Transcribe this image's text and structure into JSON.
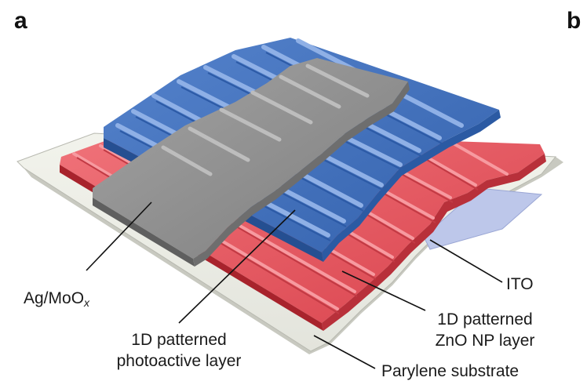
{
  "panels": {
    "left": "a",
    "right": "b"
  },
  "labels": {
    "electrode": {
      "text": "Ag/MoO",
      "subscript": "x"
    },
    "photoactive": {
      "line1": "1D patterned",
      "line2": "photoactive layer"
    },
    "ito": "ITO",
    "zno": {
      "line1": "1D patterned",
      "line2": "ZnO NP layer"
    },
    "substrate": "Parylene substrate"
  },
  "colors": {
    "substrate": "#ecede6",
    "substrate_edge": "#c8c9c0",
    "ito": "#bdc7ea",
    "zno_red": "#e85a62",
    "zno_dark": "#a8232c",
    "photoactive_blue": "#3f73bf",
    "photoactive_dark": "#254f91",
    "electrode_gray": "#8f8f8f",
    "electrode_dark": "#5f5f5f"
  }
}
